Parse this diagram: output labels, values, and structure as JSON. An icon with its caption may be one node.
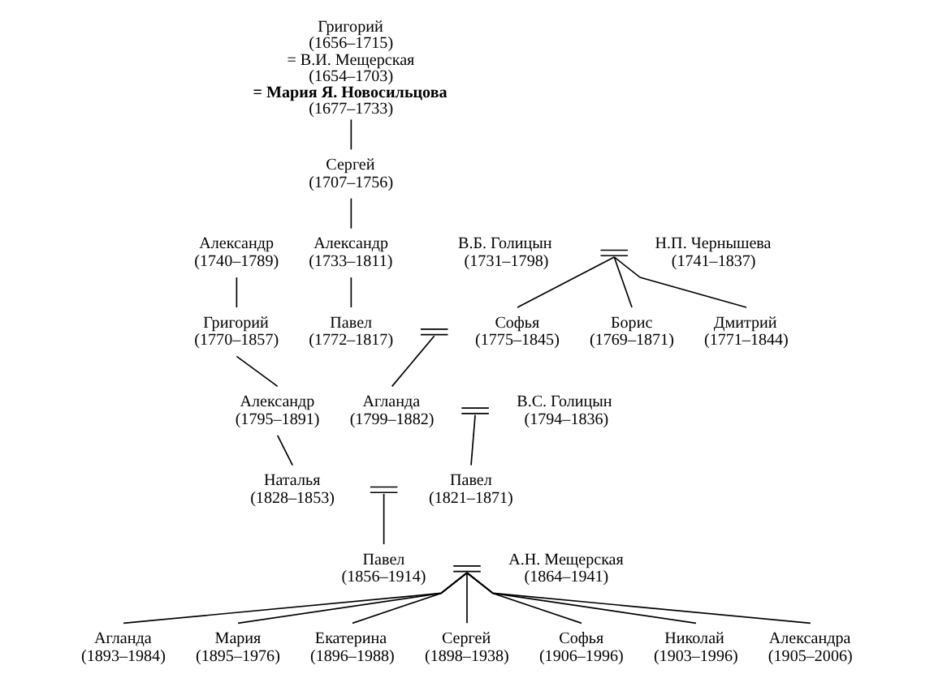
{
  "diagram": {
    "nodes": [
      {
        "text": [
          "Григорий",
          "(1656–1715)",
          "= В.И. Мещерская",
          "(1654–1703)",
          "= Мария Я. Новосильцова",
          "(1677–1733)"
        ]
      },
      {
        "text": [
          "Сергей",
          "(1707–1756)"
        ]
      },
      {
        "text": [
          "Александр",
          "(1740–1789)"
        ]
      },
      {
        "text": [
          "Александр",
          "(1733–1811)"
        ]
      },
      {
        "text": [
          "В.Б. Голицын",
          "(1731–1798)"
        ]
      },
      {
        "text": [],
        "shape": "equals"
      },
      {
        "text": [
          "Н.П. Чернышева",
          "(1741–1837)"
        ]
      },
      {
        "text": [
          "Григорий",
          "(1770–1857)"
        ]
      },
      {
        "text": [
          "Павел",
          "(1772–1817)"
        ]
      },
      {
        "text": [],
        "shape": "equals"
      },
      {
        "text": [
          "Софья",
          "(1775–1845)"
        ]
      },
      {
        "text": [
          "Борис",
          "(1769–1871)"
        ]
      },
      {
        "text": [
          "Дмитрий",
          "(1771–1844)"
        ]
      },
      {
        "text": [
          "Александр",
          "(1795–1891)"
        ]
      },
      {
        "text": [
          "Агланда",
          "(1799–1882)"
        ]
      },
      {
        "text": [],
        "shape": "equals"
      },
      {
        "text": [
          "В.С. Голицын",
          "(1794–1836)"
        ]
      },
      {
        "text": [
          "Наталья",
          "(1828–1853)"
        ]
      },
      {
        "text": [],
        "shape": "equals"
      },
      {
        "text": [
          "Павел",
          "(1821–1871)"
        ]
      },
      {
        "text": [
          "Павел",
          "(1856–1914)"
        ]
      },
      {
        "text": [],
        "shape": "equals"
      },
      {
        "text": [
          "А.Н. Мещерская",
          "(1864–1941)"
        ]
      },
      {
        "text": [
          "Агланда",
          "(1893–1984)"
        ]
      },
      {
        "text": [
          "Мария",
          "(1895–1976)"
        ]
      },
      {
        "text": [
          "Екатерина",
          "(1896–1988)"
        ]
      },
      {
        "text": [
          "Сергей",
          "(1898–1938)"
        ]
      },
      {
        "text": [
          "Софья",
          "(1906–1996)"
        ]
      },
      {
        "text": [
          "Николай",
          "(1903–1996)"
        ]
      },
      {
        "text": [
          "Александра",
          "(1905–2006)"
        ]
      }
    ],
    "edges": [
      {
        "from": 0,
        "to": 1,
        "arrow": "none"
      },
      {
        "from": 1,
        "to": 3,
        "arrow": "none"
      },
      {
        "from": 3,
        "to": 8,
        "arrow": "none"
      },
      {
        "from": 2,
        "to": 7,
        "arrow": "none"
      },
      {
        "from": 7,
        "to": 13,
        "arrow": "none"
      },
      {
        "from": 13,
        "to": 17,
        "arrow": "none"
      },
      {
        "from": 5,
        "to": 10,
        "arrow": "none"
      },
      {
        "from": 5,
        "to": 11,
        "arrow": "none"
      },
      {
        "from": 5,
        "to": 12,
        "arrow": "none"
      },
      {
        "from": 9,
        "to": 14,
        "arrow": "none"
      },
      {
        "from": 15,
        "to": 19,
        "arrow": "none"
      },
      {
        "from": 18,
        "to": 20,
        "arrow": "none"
      },
      {
        "from": 21,
        "to": 23,
        "arrow": "none"
      },
      {
        "from": 21,
        "to": 24,
        "arrow": "none"
      },
      {
        "from": 21,
        "to": 25,
        "arrow": "none"
      },
      {
        "from": 21,
        "to": 26,
        "arrow": "none"
      },
      {
        "from": 21,
        "to": 27,
        "arrow": "none"
      },
      {
        "from": 21,
        "to": 28,
        "arrow": "none"
      },
      {
        "from": 21,
        "to": 29,
        "arrow": "none"
      }
    ]
  }
}
